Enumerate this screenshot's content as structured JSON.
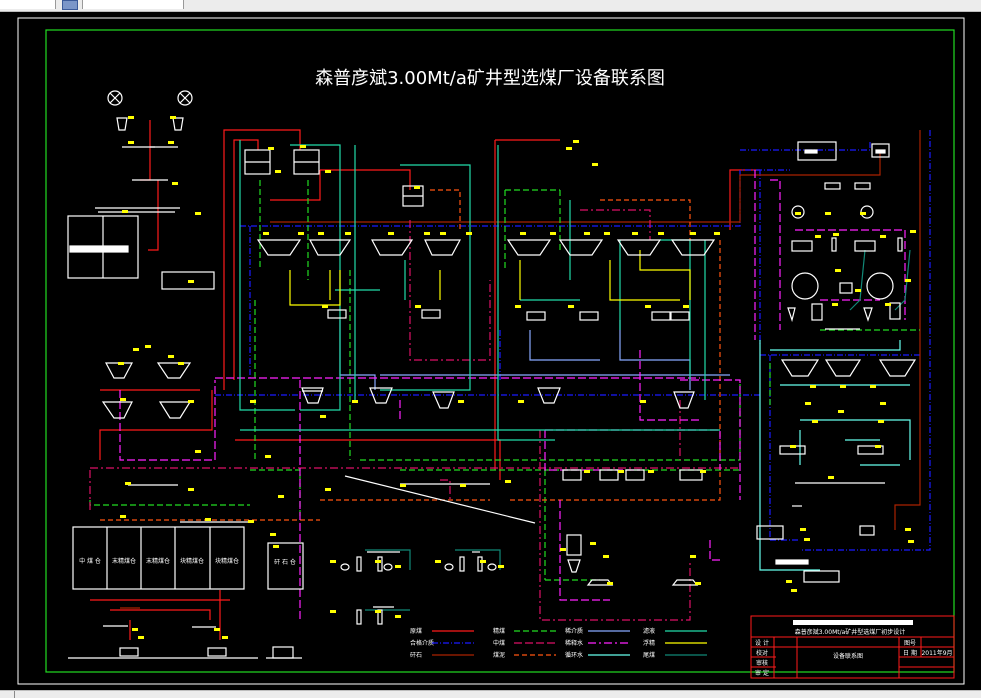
{
  "window": {
    "toolbar_icon": "drawing-view-icon"
  },
  "drawing": {
    "title": "森普彦斌3.00Mt/a矿井型选煤厂设备联系图",
    "storage_bins": [
      "中 煤 仓",
      "末精煤仓",
      "末精煤仓",
      "块精煤仓",
      "块精煤仓"
    ],
    "gangue_bin": "矸 石 仓",
    "colors": {
      "frame": "#ffffff",
      "inner_frame": "#22dd22",
      "equipment": "#ffffff",
      "tag": "#ffff00",
      "raw_coal": "#ff1a1a",
      "dense_medium": "#1a1aff",
      "gangue": "#aa2200",
      "clean_coal": "#22dd22",
      "middlings": "#dd1166",
      "slime": "#ff5511",
      "dilute_medium": "#88aaff",
      "water": "#ff22ff",
      "circulating_water": "#66ffee",
      "filtrate": "#22ddaa",
      "concentrate": "#ffff00",
      "tailings": "#118877"
    }
  },
  "legend": {
    "items": [
      {
        "label": "原煤",
        "line": "raw_coal"
      },
      {
        "label": "合格介质",
        "line": "dense_medium"
      },
      {
        "label": "矸石",
        "line": "gangue"
      },
      {
        "label": "精煤",
        "line": "clean_coal"
      },
      {
        "label": "中煤",
        "line": "middlings"
      },
      {
        "label": "煤泥",
        "line": "slime"
      },
      {
        "label": "稀介质",
        "line": "dilute_medium"
      },
      {
        "label": "稀释水",
        "line": "water"
      },
      {
        "label": "循环水",
        "line": "circulating_water"
      },
      {
        "label": "滤液",
        "line": "filtrate"
      },
      {
        "label": "浮精",
        "line": "concentrate"
      },
      {
        "label": "尾煤",
        "line": "tailings"
      }
    ]
  },
  "title_block": {
    "project": "森普彦斌3.00Mt/a矿井型选煤厂初步设计",
    "drawing_name": "设备联系图",
    "left_labels": [
      "设 计",
      "校对",
      "审核",
      "审 定"
    ],
    "right_labels": [
      "图号",
      "日 期"
    ],
    "date": "2011年9月"
  }
}
